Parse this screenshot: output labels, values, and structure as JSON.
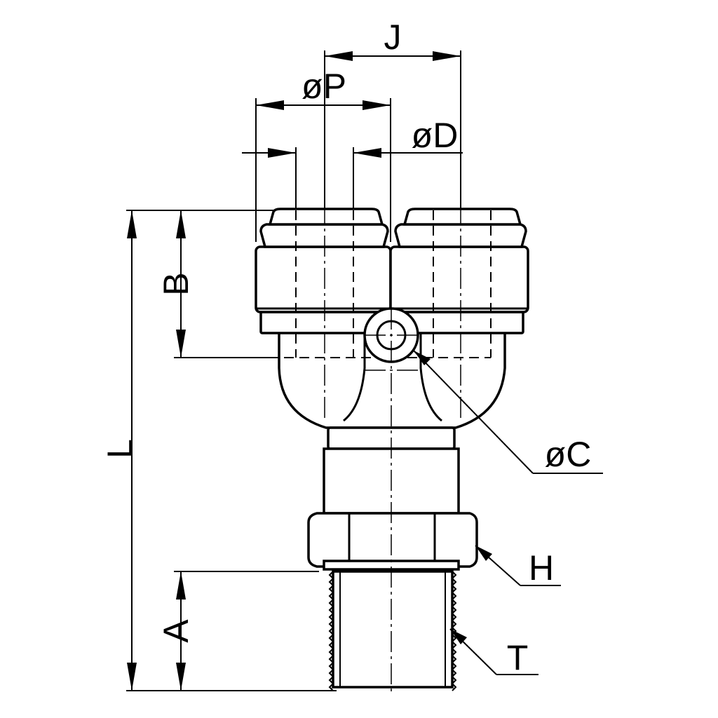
{
  "labels": {
    "J": "J",
    "P": "øP",
    "D": "øD",
    "B": "B",
    "L": "L",
    "C": "øC",
    "H": "H",
    "A": "A",
    "T": "T"
  }
}
